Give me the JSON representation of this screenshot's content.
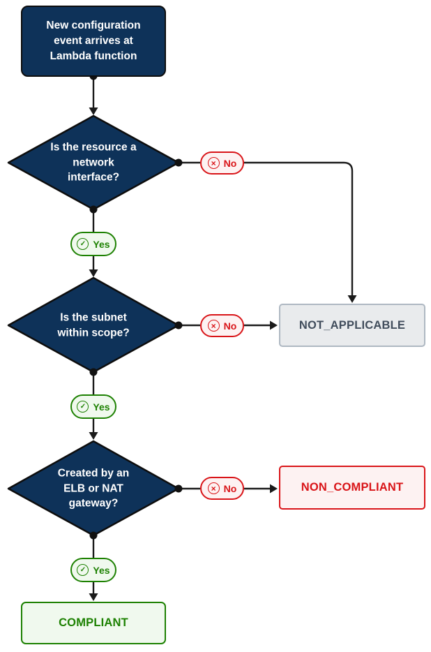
{
  "flowchart": {
    "start_node": {
      "label": "New configuration\nevent arrives at\nLambda function"
    },
    "decisions": [
      {
        "label": "Is the resource a\nnetwork\ninterface?"
      },
      {
        "label": "Is the subnet\nwithin scope?"
      },
      {
        "label": "Created by an\nELB or NAT\ngateway?"
      }
    ],
    "outcomes": {
      "not_applicable": {
        "label": "NOT_APPLICABLE"
      },
      "non_compliant": {
        "label": "NON_COMPLIANT"
      },
      "compliant": {
        "label": "COMPLIANT"
      }
    },
    "edge_labels": {
      "yes": "Yes",
      "no": "No"
    },
    "icons": {
      "no_glyph": "×",
      "yes_glyph": "✓"
    },
    "colors": {
      "decision_fill": "#0e3259",
      "edge_black": "#1a1a1a",
      "no_red": "#d91418",
      "no_fill": "#fdf2f2",
      "yes_green": "#1d8102",
      "yes_fill": "#f0f9ee",
      "neutral_fill": "#e9ebed",
      "neutral_border": "#aeb8c2",
      "neutral_text": "#414d5c"
    }
  }
}
